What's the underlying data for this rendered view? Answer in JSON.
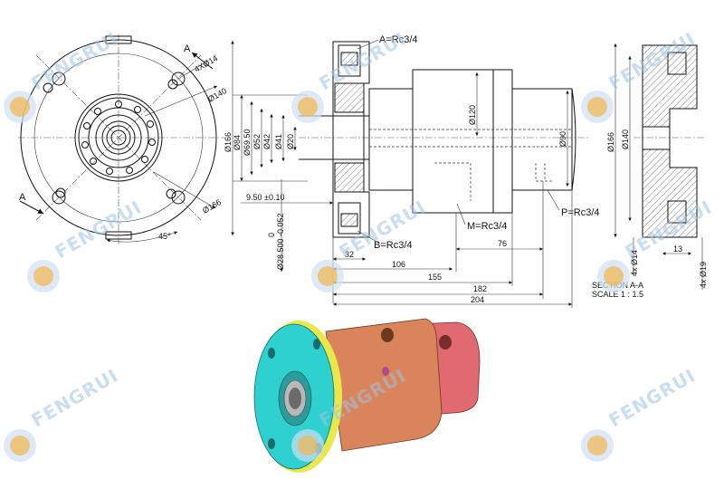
{
  "watermark": {
    "brand": "FENGRUI",
    "logo_icon": "fengrui-circle-logo-icon"
  },
  "front_view": {
    "section_mark_a1": "A",
    "section_mark_a2": "A",
    "dims": {
      "holes_small": "4XØ14",
      "pcd_140": "Ø140",
      "pcd_166": "Ø166",
      "angle": "45°"
    }
  },
  "side_view": {
    "ports": {
      "A": "A=Rc3/4",
      "B": "B=Rc3/4",
      "M": "M=Rc3/4",
      "P": "P=Rc3/4"
    },
    "vertical_dims": [
      "Ø166",
      "Ø84",
      "Ø69.50",
      "Ø52",
      "Ø42",
      "Ø41",
      "Ø20",
      "Ø120",
      "Ø90"
    ],
    "tol_dim": "Ø28.500 -0.052",
    "tol_upper": "0",
    "small_dim": "9.50 ±0.10",
    "horizontal_dims": [
      "32",
      "106",
      "155",
      "182",
      "204",
      "76"
    ]
  },
  "section_view": {
    "dims": [
      "Ø166",
      "Ø140",
      "4x Ø14",
      "4x Ø19",
      "13"
    ],
    "title": "SECTION A-A",
    "scale": "SCALE 1 : 1.5"
  },
  "iso_view": {
    "colors": {
      "flange": "#2ed1cf",
      "body": "#d9845b",
      "rear": "#e06a6f",
      "outline": "#e8e84a"
    }
  }
}
